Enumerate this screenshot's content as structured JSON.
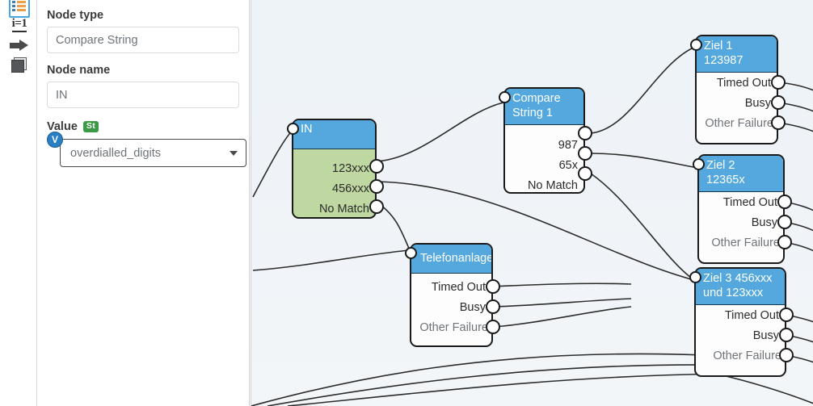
{
  "rail": {
    "items": [
      {
        "name": "form-list-icon",
        "selected": true
      },
      {
        "name": "variables-icon",
        "label": "i=1",
        "selected": false
      },
      {
        "name": "arrow-right-icon",
        "selected": false
      },
      {
        "name": "book-icon",
        "selected": false
      }
    ]
  },
  "panel": {
    "node_type": {
      "label": "Node type",
      "value": "Compare String"
    },
    "node_name": {
      "label": "Node name",
      "value": "IN"
    },
    "value": {
      "label": "Value",
      "type_badge": "St",
      "var_badge": "V",
      "selected": "overdialled_digits"
    }
  },
  "canvas": {
    "nodes": [
      {
        "id": "in",
        "title": "IN",
        "title_lines": [
          "IN"
        ],
        "outputs": [
          "123xxx",
          "456xxx",
          "No Match"
        ],
        "header_color": "#54a8dd",
        "body_color": "#bfd8a2"
      },
      {
        "id": "compare-string-1",
        "title": "Compare String 1",
        "title_lines": [
          "Compare",
          "String 1"
        ],
        "outputs": [
          "987",
          "65x",
          "No Match"
        ],
        "header_color": "#54a8dd",
        "body_color": "#fdfdfd"
      },
      {
        "id": "ziel-1",
        "title": "Ziel 1 123987",
        "title_lines": [
          "Ziel 1",
          "123987"
        ],
        "outputs": [
          "Timed Out",
          "Busy",
          "Other Failure"
        ],
        "header_color": "#54a8dd",
        "body_color": "#fdfdfd"
      },
      {
        "id": "ziel-2",
        "title": "Ziel 2 12365x",
        "title_lines": [
          "Ziel 2",
          "12365x"
        ],
        "outputs": [
          "Timed Out",
          "Busy",
          "Other Failure"
        ],
        "header_color": "#54a8dd",
        "body_color": "#fdfdfd"
      },
      {
        "id": "ziel-3",
        "title": "Ziel 3 456xxx und 123xxx",
        "title_lines": [
          "Ziel 3 456xxx",
          "und 123xxx"
        ],
        "outputs": [
          "Timed Out",
          "Busy",
          "Other Failure"
        ],
        "header_color": "#54a8dd",
        "body_color": "#fdfdfd"
      },
      {
        "id": "telefonanlage",
        "title": "Telefonanlage",
        "title_lines": [
          "Telefonanlage"
        ],
        "outputs": [
          "Timed Out",
          "Busy",
          "Other Failure"
        ],
        "header_color": "#54a8dd",
        "body_color": "#fdfdfd"
      }
    ]
  }
}
